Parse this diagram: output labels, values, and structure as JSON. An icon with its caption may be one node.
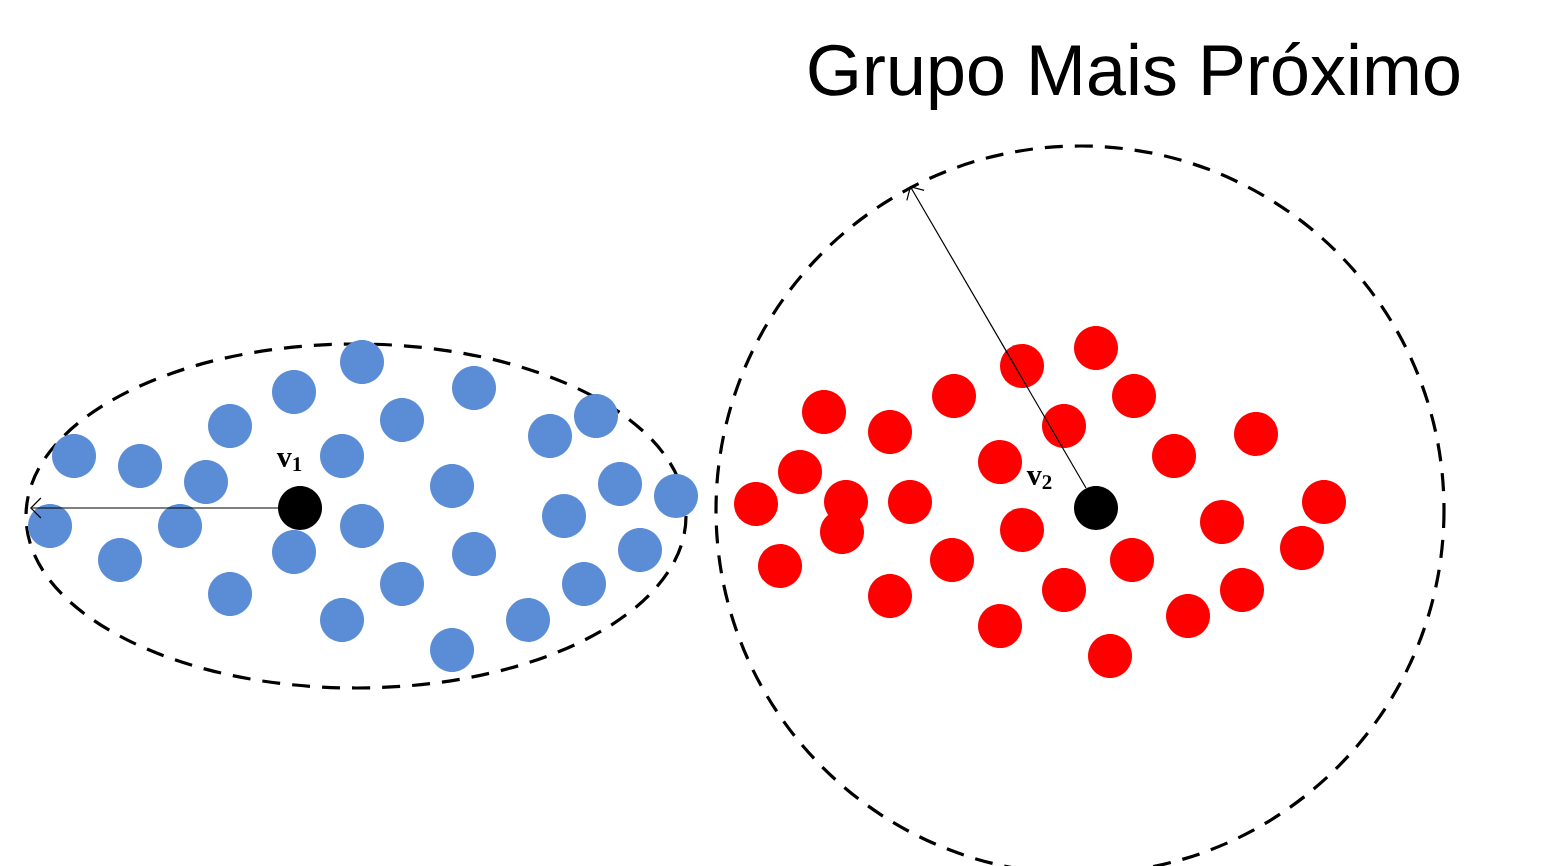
{
  "diagram": {
    "title": "Grupo Mais Próximo",
    "labels": [
      "v$_{1}$",
      "v$_{2}$"
    ]
  }
}
